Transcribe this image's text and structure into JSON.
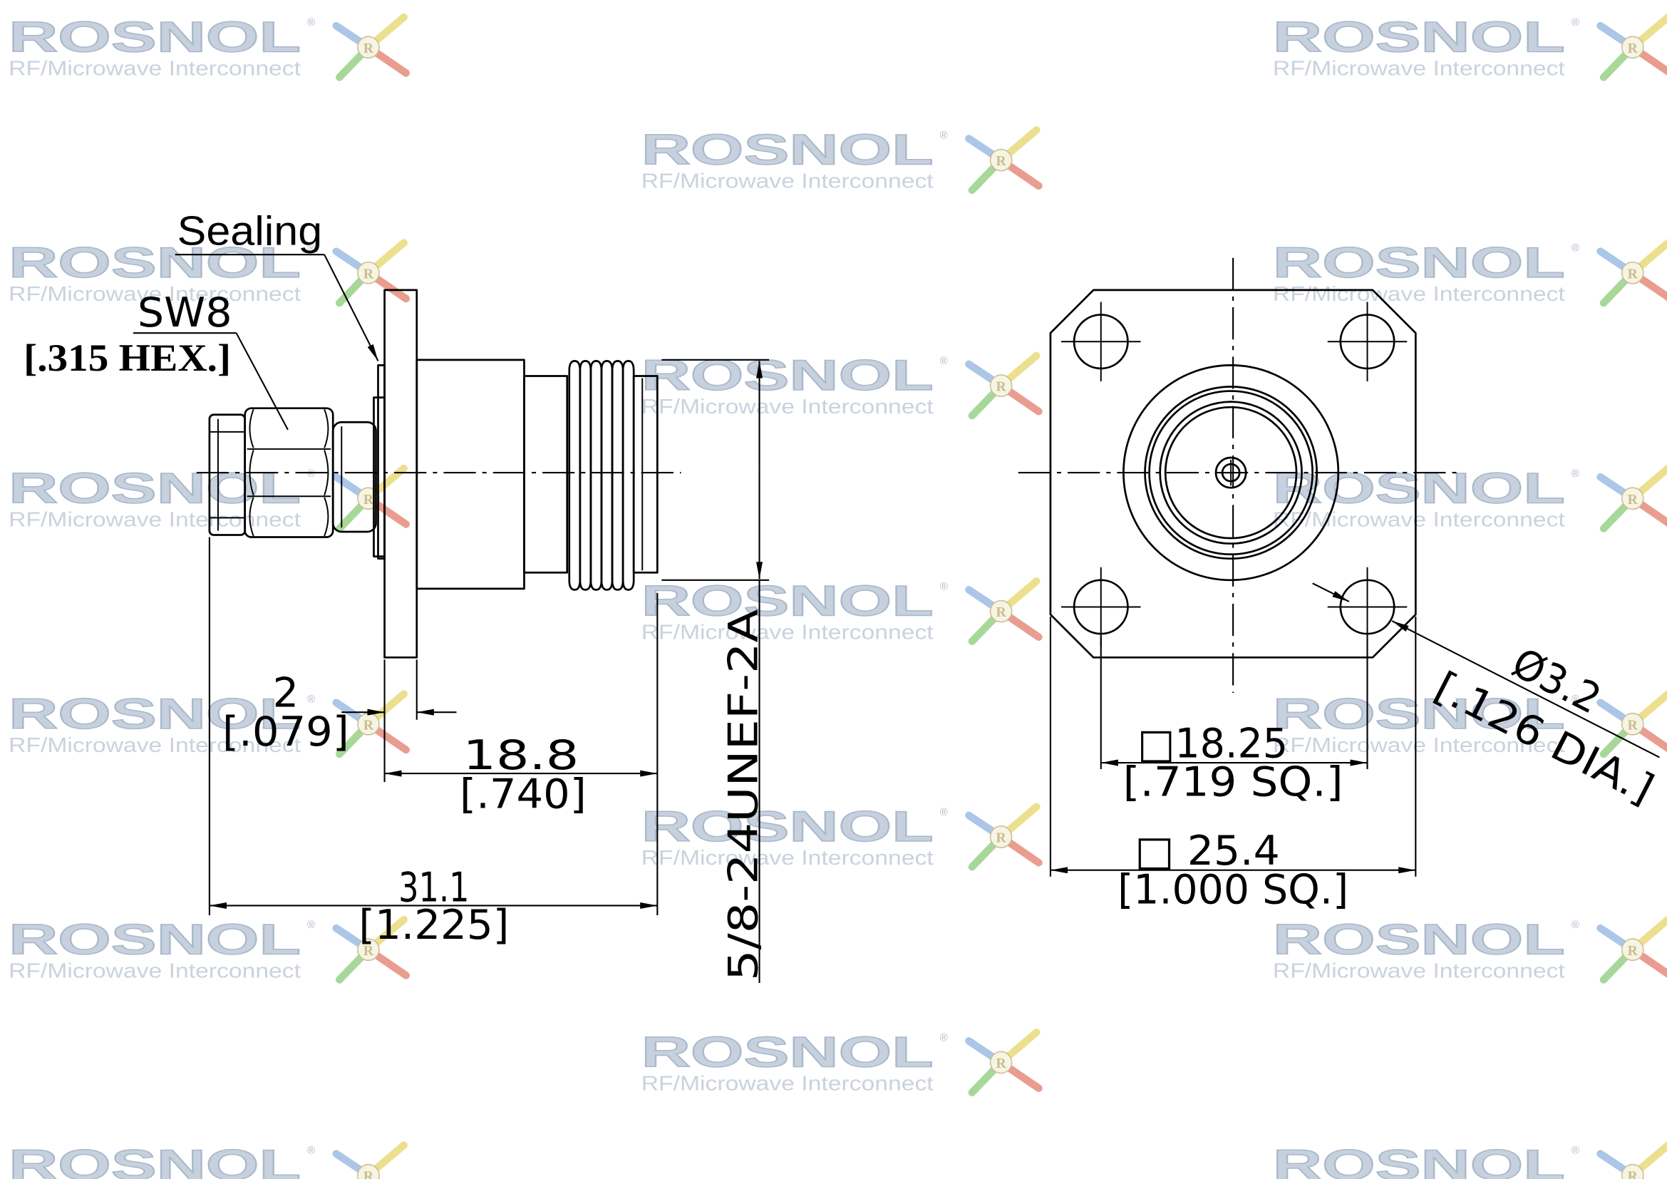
{
  "drawing": {
    "side_view": {
      "sealing_label": "Sealing",
      "wrench_size": "SW8",
      "hex_size": "[.315 HEX.]",
      "flange_thickness": {
        "mm": "2",
        "inch": "[.079]"
      },
      "body_length": {
        "mm": "18.8",
        "inch": "[.740]"
      },
      "overall_length": {
        "mm": "31.1",
        "inch": "[1.225]"
      },
      "thread": "5/8-24UNEF-2A"
    },
    "front_view": {
      "hole_spacing": {
        "mm": "□18.25",
        "inch": "[.719 SQ.]"
      },
      "flange_size": {
        "mm": "□ 25.4",
        "inch": "[1.000 SQ.]"
      },
      "hole_diameter": {
        "mm": "Ø3.2",
        "inch": "[.126 DIA.]"
      }
    }
  },
  "watermark": {
    "brand": "ROSNOL",
    "registered": "®",
    "tagline": "RF/Microwave Interconnect",
    "logo_letter": "R"
  },
  "colors": {
    "line": "#000000",
    "background": "#ffffff",
    "watermark_fill": "#c7d1de",
    "watermark_stroke": "#a9b8ca",
    "watermark_tagline": "#cad2dd",
    "logo_blue": "#8fb3e0",
    "logo_red": "#e27d6c",
    "logo_yellow": "#e6d66a",
    "logo_green": "#8acb78",
    "logo_center": "#f4f1da",
    "logo_letter": "#b9a86a"
  }
}
